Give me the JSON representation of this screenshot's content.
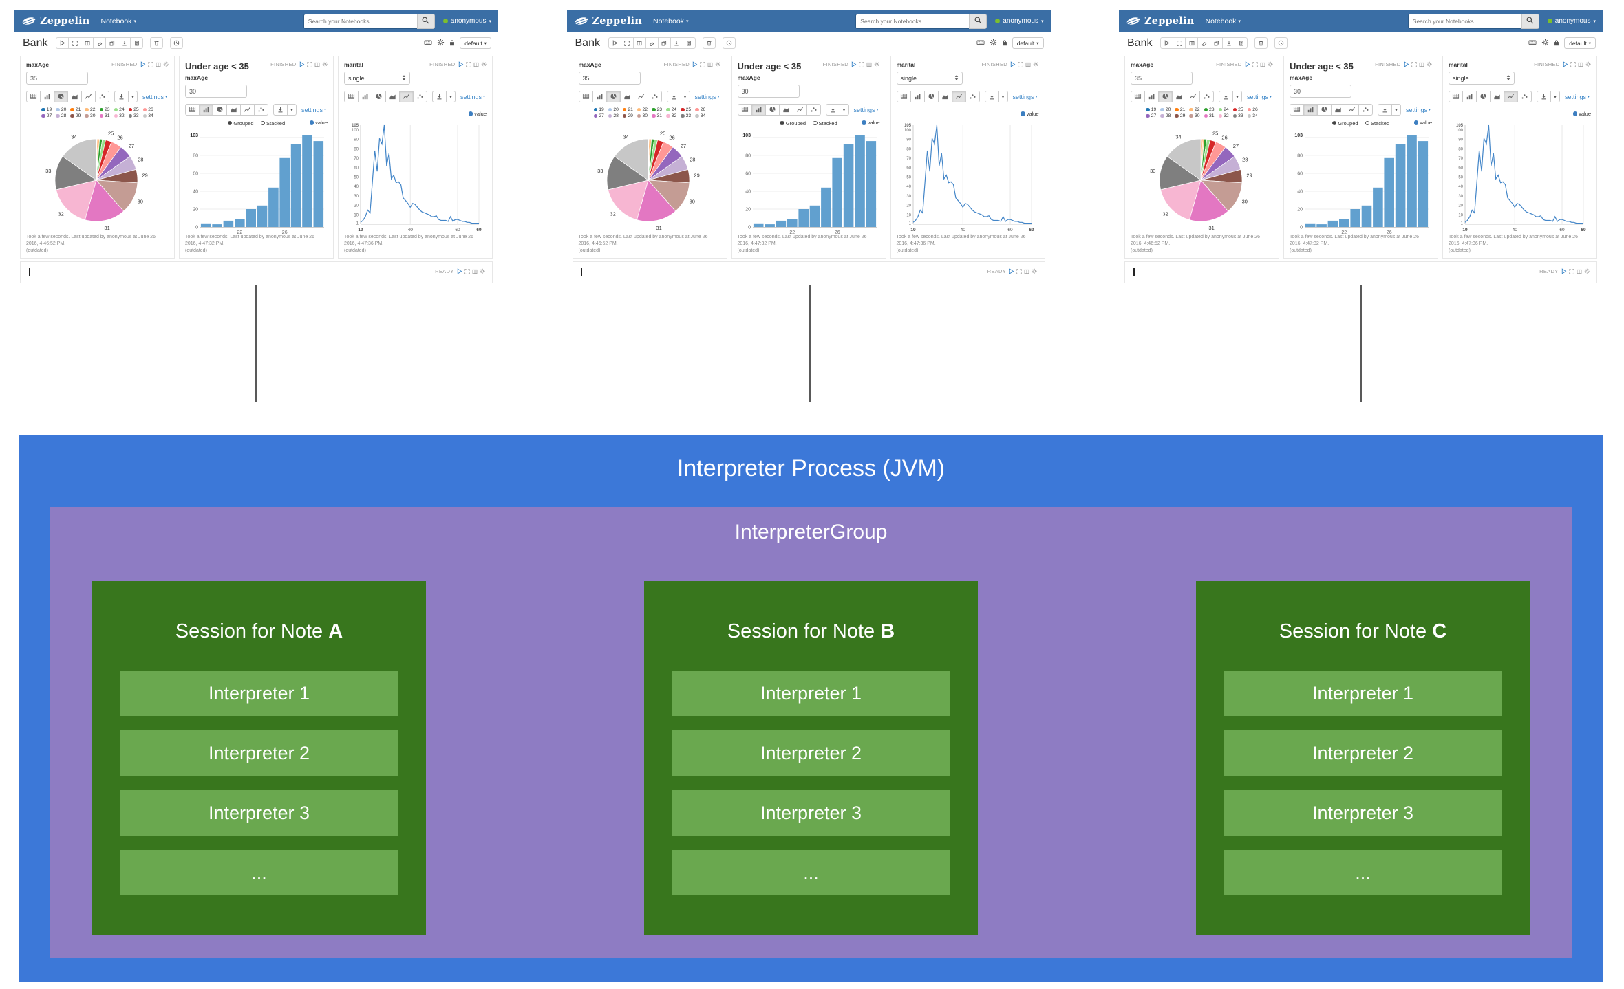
{
  "icons": {
    "caret": "▾"
  },
  "navbar": {
    "brand": "Zeppelin",
    "menu": "Notebook",
    "search_placeholder": "Search your Notebooks",
    "user": "anonymous"
  },
  "note_toolbar": {
    "title": "Bank",
    "default_label": "default"
  },
  "paragraphs": {
    "p1": {
      "label": "maxAge",
      "input_value": "35",
      "status": "FINISHED",
      "settings_label": "settings",
      "caption_line1": "Took a few seconds. Last updated by anonymous at June 26 2016, 4:46:52 PM.",
      "caption_line2": "(outdated)"
    },
    "p2": {
      "title": "Under age < 35",
      "label": "maxAge",
      "input_value": "30",
      "status": "FINISHED",
      "settings_label": "settings",
      "radio_grouped": "Grouped",
      "radio_stacked": "Stacked",
      "legend_value": "value",
      "caption_line1": "Took a few seconds. Last updated by anonymous at June 26 2016, 4:47:32 PM.",
      "caption_line2": "(outdated)"
    },
    "p3": {
      "label": "marital",
      "select_value": "single",
      "status": "FINISHED",
      "settings_label": "settings",
      "legend_value": "value",
      "caption_line1": "Took a few seconds. Last updated by anonymous at June 26 2016, 4:47:36 PM.",
      "caption_line2": "(outdated)"
    }
  },
  "ready_bar": {
    "status": "READY"
  },
  "diagram": {
    "process_title": "Interpreter Process (JVM)",
    "group_title": "InterpreterGroup",
    "sessions": [
      {
        "title_prefix": "Session for Note ",
        "note_letter": "A",
        "interpreters": [
          "Interpreter 1",
          "Interpreter 2",
          "Interpreter 3",
          "..."
        ]
      },
      {
        "title_prefix": "Session for Note ",
        "note_letter": "B",
        "interpreters": [
          "Interpreter 1",
          "Interpreter 2",
          "Interpreter 3",
          "..."
        ]
      },
      {
        "title_prefix": "Session for Note ",
        "note_letter": "C",
        "interpreters": [
          "Interpreter 1",
          "Interpreter 2",
          "Interpreter 3",
          "..."
        ]
      }
    ],
    "colors": {
      "process_bg": "#3c78d8",
      "group_bg": "#8e7cc3",
      "session_bg": "#38761d",
      "interpreter_bg": "#6aa84f",
      "connector": "#595959",
      "navbar_bg": "#3a6ea5"
    }
  },
  "chart_data": [
    {
      "type": "pie",
      "title": "age distribution (maxAge 35)",
      "categories": [
        "19",
        "20",
        "21",
        "22",
        "23",
        "24",
        "25",
        "26",
        "27",
        "28",
        "29",
        "30",
        "31",
        "32",
        "33",
        "34"
      ],
      "values": [
        4,
        3,
        7,
        9,
        20,
        24,
        44,
        77,
        93,
        103,
        96,
        230,
        295,
        310,
        250,
        280
      ],
      "colors": [
        "#1f77b4",
        "#aec7e8",
        "#ff7f0e",
        "#ffbb78",
        "#2ca02c",
        "#98df8a",
        "#d62728",
        "#ff9896",
        "#9467bd",
        "#c5b0d5",
        "#8c564b",
        "#c49c94",
        "#e377c2",
        "#f7b6d2",
        "#7f7f7f",
        "#c7c7c7"
      ],
      "labeled": [
        "25",
        "26",
        "27",
        "28",
        "29",
        "30",
        "31",
        "32",
        "33",
        "34"
      ],
      "legend_position": "top"
    },
    {
      "type": "bar",
      "title": "Under age < 35",
      "series_name": "value",
      "categories": [
        "19",
        "20",
        "21",
        "22",
        "23",
        "24",
        "25",
        "26",
        "27",
        "28",
        "29"
      ],
      "values": [
        4,
        3,
        7,
        9,
        20,
        24,
        44,
        77,
        93,
        103,
        96
      ],
      "ylim": [
        0,
        103
      ],
      "yticks": [
        0,
        20,
        40,
        60,
        80
      ],
      "ytop_label": "103",
      "xticks": [
        "22",
        "26"
      ],
      "bar_color": "#61a0cf",
      "modes": [
        "Grouped",
        "Stacked"
      ],
      "selected_mode": "Grouped",
      "grid": true
    },
    {
      "type": "line",
      "title": "marital = single by age",
      "series_name": "value",
      "x": [
        19,
        20,
        21,
        22,
        23,
        24,
        25,
        26,
        27,
        28,
        29,
        30,
        31,
        32,
        33,
        34,
        35,
        36,
        37,
        38,
        39,
        40,
        41,
        42,
        43,
        44,
        45,
        46,
        47,
        48,
        49,
        50,
        51,
        52,
        53,
        54,
        55,
        56,
        57,
        58,
        59,
        60,
        61,
        62,
        63,
        64,
        65,
        66,
        67,
        68,
        69
      ],
      "values": [
        2,
        4,
        8,
        15,
        12,
        45,
        78,
        56,
        91,
        85,
        105,
        62,
        75,
        48,
        52,
        44,
        45,
        42,
        28,
        25,
        22,
        18,
        22,
        21,
        18,
        15,
        13,
        12,
        11,
        10,
        8,
        8,
        9,
        5,
        4,
        4,
        4,
        3,
        8,
        3,
        5,
        5,
        4,
        3,
        3,
        2,
        2,
        1,
        1,
        1,
        1
      ],
      "ylim": [
        0,
        105
      ],
      "yticks": [
        1,
        10,
        20,
        30,
        40,
        50,
        60,
        70,
        80,
        90,
        100,
        105
      ],
      "xticks": [
        19,
        40,
        60,
        69
      ],
      "line_color": "#4285c8",
      "grid": true
    }
  ]
}
